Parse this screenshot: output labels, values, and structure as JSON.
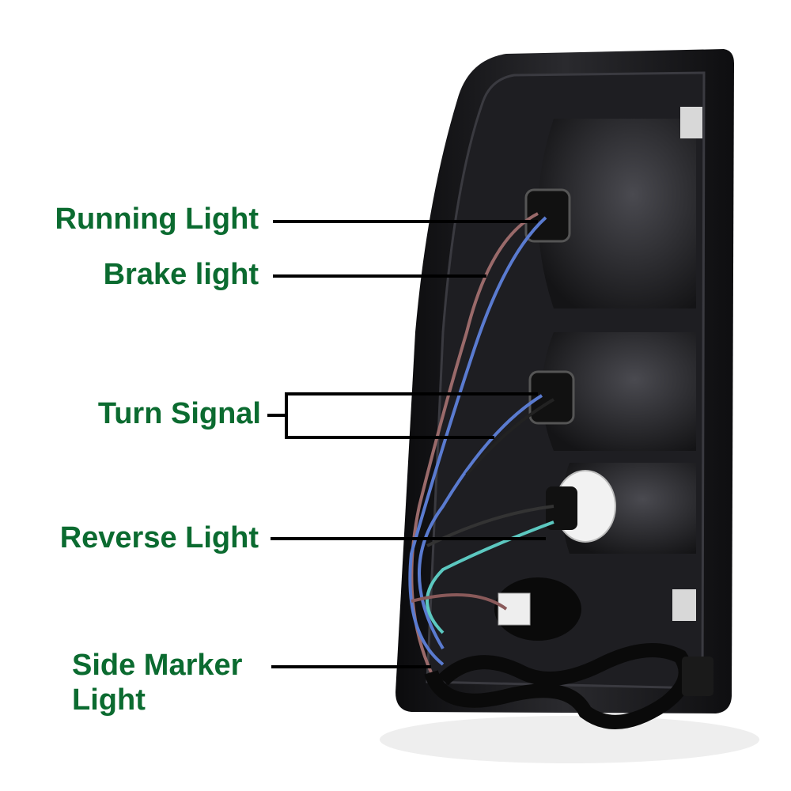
{
  "colors": {
    "label": "#0b6b30",
    "leader": "#000000",
    "housing": "#151518"
  },
  "labels": {
    "running_light": "Running Light",
    "brake_light": "Brake light",
    "turn_signal": "Turn Signal",
    "reverse_light": "Reverse Light",
    "side_marker_line1": "Side Marker",
    "side_marker_line2": "Light"
  }
}
